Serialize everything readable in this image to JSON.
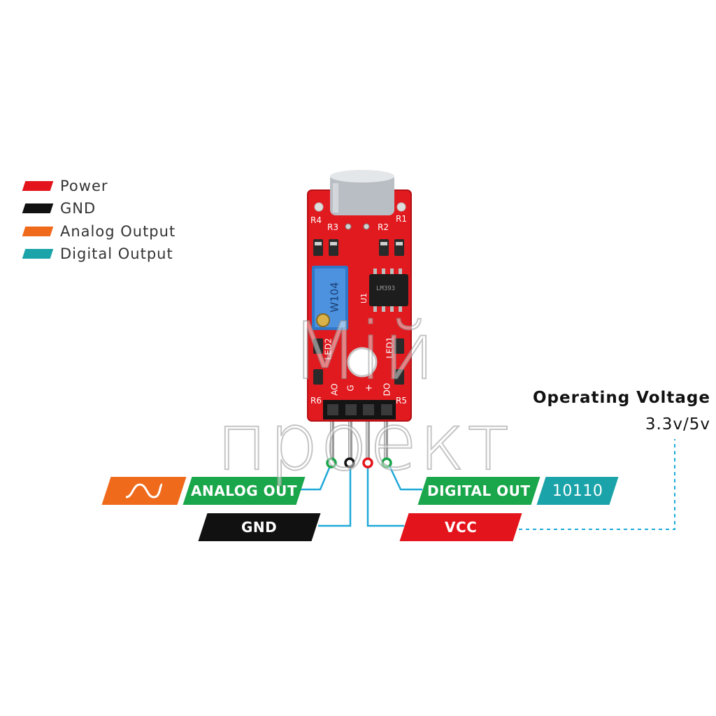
{
  "legend": [
    {
      "label": "Power",
      "color": "#e3141b"
    },
    {
      "label": "GND",
      "color": "#111111"
    },
    {
      "label": "Analog Output",
      "color": "#f06a1c"
    },
    {
      "label": "Digital Output",
      "color": "#1aa3a8"
    }
  ],
  "board": {
    "silkscreen": {
      "r4": "R4",
      "r3": "R3",
      "r2": "R2",
      "r1": "R1",
      "u1": "U1",
      "led2": "LED2",
      "led1": "LED1",
      "r6": "R6",
      "r5": "R5",
      "pin_ao": "AO",
      "pin_g": "G",
      "pin_plus": "+",
      "pin_do": "DO"
    },
    "potentiometer": "W104",
    "chip": "LM393"
  },
  "pins": {
    "analog_out": "ANALOG OUT",
    "gnd": "GND",
    "digital_out": "DIGITAL OUT",
    "vcc": "VCC",
    "digital_sample": "10110"
  },
  "voltage": {
    "title": "Operating Voltage",
    "value": "3.3v/5v"
  },
  "watermark": "Мій проект",
  "colors": {
    "pcb": "#e11a1f",
    "green": "#1aa64a",
    "teal": "#1aa3a8",
    "orange": "#f06a1c",
    "black": "#111111",
    "red": "#e3141b",
    "wire": "#1fa9d8"
  }
}
